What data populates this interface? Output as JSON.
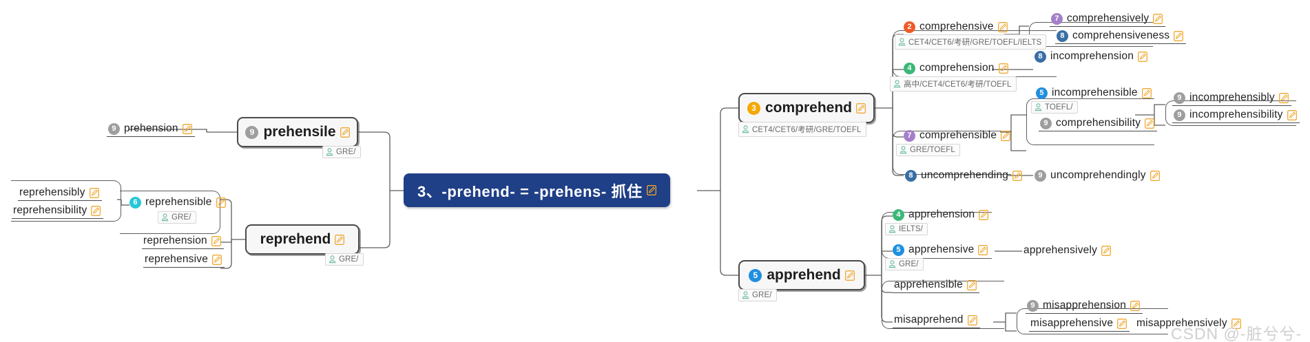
{
  "root": {
    "label": "3、-prehend- = -prehens- 抓住",
    "color": "#1f3f86",
    "edit_icon": "pencil-icon"
  },
  "badge_colors": {
    "2": "#f05a28",
    "3": "#f5a800",
    "4": "#3bb878",
    "5": "#1f8fe0",
    "6": "#27c6d9",
    "7": "#a57fc9",
    "8": "#3a6ea5",
    "9": "#9e9e9e"
  },
  "watermark": {
    "text": "CSDN @-脏兮兮-"
  },
  "left": {
    "branches": [
      {
        "main": {
          "badge": "9",
          "label": "prehensile",
          "tag": "GRE/"
        },
        "children": [
          {
            "badge": "9",
            "label": "prehension",
            "tag": null
          }
        ]
      },
      {
        "main": {
          "badge": null,
          "label": "reprehend",
          "tag": "GRE/"
        },
        "children": [
          {
            "badge": "6",
            "label": "reprehensible",
            "tag": "GRE/"
          },
          {
            "badge": null,
            "label": "reprehension",
            "tag": null
          },
          {
            "badge": null,
            "label": "reprehensive",
            "tag": null
          }
        ],
        "grandchildren": [
          {
            "badge": null,
            "label": "reprehensibly",
            "tag": null
          },
          {
            "badge": null,
            "label": "reprehensibility",
            "tag": null
          }
        ]
      }
    ]
  },
  "right": {
    "branches": [
      {
        "main": {
          "badge": "3",
          "label": "comprehend",
          "tag": "CET4/CET6/考研/GRE/TOEFL"
        },
        "children": [
          {
            "badge": "2",
            "label": "comprehensive",
            "tag": "CET4/CET6/考研/GRE/TOEFL/IELTS"
          },
          {
            "badge": "4",
            "label": "comprehension",
            "tag": "高中/CET4/CET6/考研/TOEFL"
          },
          {
            "badge": "7",
            "label": "comprehensible",
            "tag": "GRE/TOEFL"
          },
          {
            "badge": "8",
            "label": "uncomprehending",
            "tag": null
          }
        ],
        "grandchildren": [
          {
            "badge": "7",
            "label": "comprehensively",
            "tag": null
          },
          {
            "badge": "8",
            "label": "comprehensiveness",
            "tag": null
          },
          {
            "badge": "8",
            "label": "incomprehension",
            "tag": null
          },
          {
            "badge": "5",
            "label": "incomprehensible",
            "tag": "TOEFL/"
          },
          {
            "badge": "9",
            "label": "comprehensibility",
            "tag": null
          },
          {
            "badge": "9",
            "label": "uncomprehendingly",
            "tag": null
          }
        ],
        "great_grandchildren": [
          {
            "badge": "9",
            "label": "incomprehensibly",
            "tag": null
          },
          {
            "badge": "9",
            "label": "incomprehensibility",
            "tag": null
          }
        ]
      },
      {
        "main": {
          "badge": "5",
          "label": "apprehend",
          "tag": "GRE/"
        },
        "children": [
          {
            "badge": "4",
            "label": "apprehension",
            "tag": "IELTS/"
          },
          {
            "badge": "5",
            "label": "apprehensive",
            "tag": "GRE/"
          },
          {
            "badge": null,
            "label": "apprehensible",
            "tag": null
          },
          {
            "badge": null,
            "label": "misapprehend",
            "tag": null
          }
        ],
        "grandchildren": [
          {
            "badge": null,
            "label": "apprehensively",
            "tag": null
          },
          {
            "badge": "9",
            "label": "misapprehension",
            "tag": null
          },
          {
            "badge": null,
            "label": "misapprehensive",
            "tag": null
          },
          {
            "badge": null,
            "label": "misapprehensively",
            "tag": null
          }
        ]
      }
    ]
  }
}
